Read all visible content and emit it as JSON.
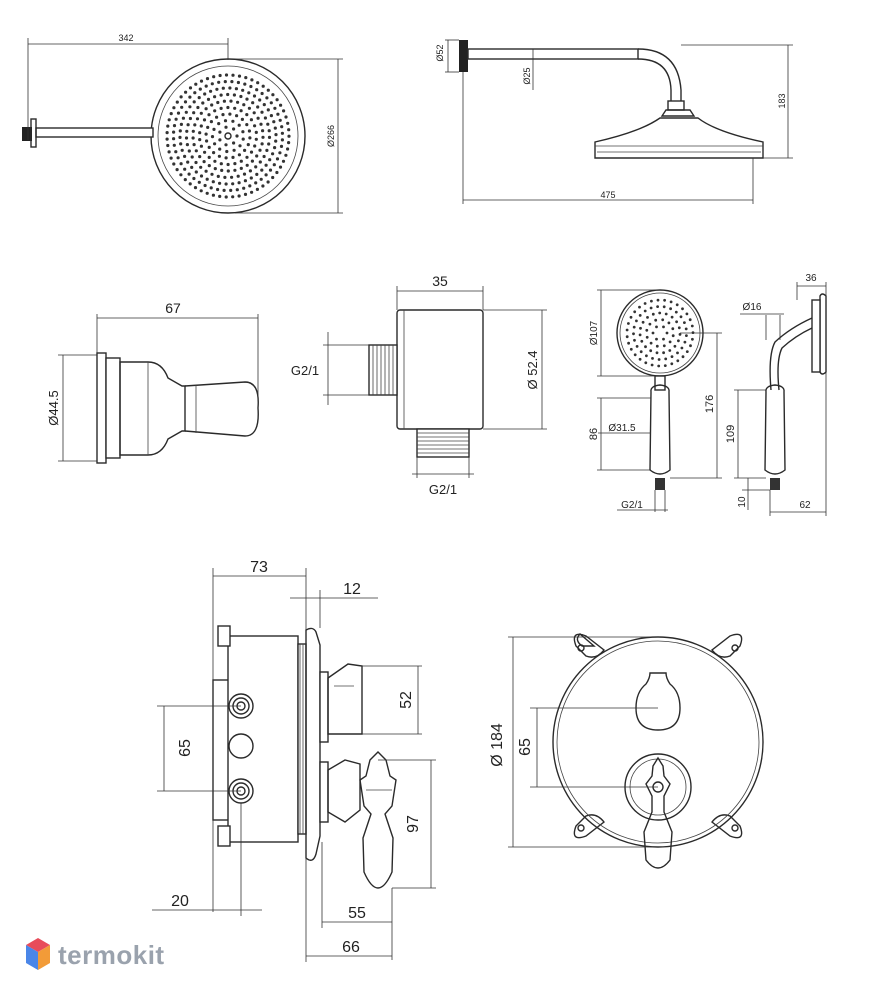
{
  "views": {
    "head_top": {
      "width_label": "342",
      "diameter_label": "Ø266"
    },
    "head_side": {
      "flange_label": "Ø52",
      "arm_label": "Ø25",
      "height_label": "183",
      "length_label": "475"
    },
    "holder": {
      "diameter_label": "Ø44.5",
      "length_label": "67"
    },
    "outlet": {
      "depth_label": "35",
      "thread_top_label": "G2/1",
      "diameter_label": "Ø 52.4",
      "thread_bottom_label": "G2/1"
    },
    "hand_shower": {
      "head_label": "Ø107",
      "handle_label": "Ø31.5",
      "handle_length_label": "86",
      "total_label": "176",
      "thread_label": "G2/1"
    },
    "hand_shower_side": {
      "hose_label": "Ø16",
      "depth_label": "36",
      "handle_length_label": "109",
      "thread_length_label": "10",
      "width_label": "62"
    },
    "mixer_side": {
      "depth_label": "73",
      "plate_label": "12",
      "knob_label": "52",
      "spacing_label": "65",
      "lever_label": "97",
      "offset_label": "20",
      "lever_depth_label": "55",
      "total_depth_label": "66"
    },
    "mixer_front": {
      "diameter_label": "Ø 184",
      "spacing_label": "65"
    }
  },
  "brand": {
    "name": "termokit",
    "color": "#9aa2ad",
    "icon": "hexagon-logo-icon",
    "icon_colors": [
      "#e84c5a",
      "#4a86e8",
      "#f29b38"
    ]
  }
}
